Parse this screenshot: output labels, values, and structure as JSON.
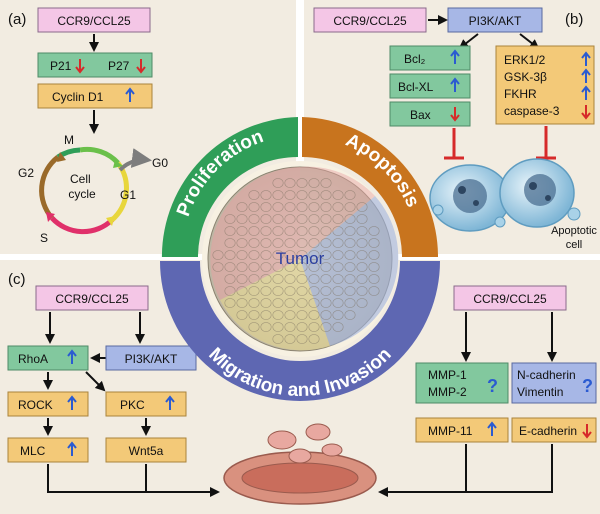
{
  "panel_labels": {
    "a": "(a)",
    "b": "(b)",
    "c": "(c)"
  },
  "ring": {
    "proliferation": "Proliferation",
    "apoptosis": "Apoptosis",
    "migration": "Migration and Invasion",
    "center": "Tumor"
  },
  "colors": {
    "pink_box": "#f4c6e6",
    "green_box": "#82c89e",
    "orange_box": "#f3c978",
    "blue_box": "#a7b7e6",
    "ring_green": "#2f9e58",
    "ring_orange": "#c8741e",
    "ring_blue": "#5e67b2",
    "up_arrow": "#2b5bd1",
    "down_arrow": "#d62a2a",
    "inhibit": "#d62a2a"
  },
  "panel_a": {
    "ligand": "CCR9/CCL25",
    "p21": "P21",
    "p27": "P27",
    "cyclin": "Cyclin D1",
    "cycle_center": "Cell\ncycle",
    "phase_m": "M",
    "phase_g2": "G2",
    "phase_s": "S",
    "phase_g1": "G1",
    "phase_g0": "G0"
  },
  "panel_b": {
    "ligand": "CCR9/CCL25",
    "pathway": "PI3K/AKT",
    "bcl2": "Bcl₂",
    "bclxl": "Bcl-XL",
    "bax": "Bax",
    "erk": "ERK1/2",
    "gsk": "GSK-3β",
    "fkhr": "FKHR",
    "caspase": "caspase-3",
    "apoptotic": "Apoptotic",
    "cell": "cell"
  },
  "panel_c": {
    "ligand_left": "CCR9/CCL25",
    "ligand_right": "CCR9/CCL25",
    "rhoa": "RhoA",
    "pi3k": "PI3K/AKT",
    "rock": "ROCK",
    "pkc": "PKC",
    "mlc": "MLC",
    "wnt": "Wnt5a",
    "mmp1": "MMP-1",
    "mmp2": "MMP-2",
    "ncad": "N-cadherin",
    "vim": "Vimentin",
    "mmp11": "MMP-11",
    "ecad": "E-cadherin",
    "question": "?"
  }
}
